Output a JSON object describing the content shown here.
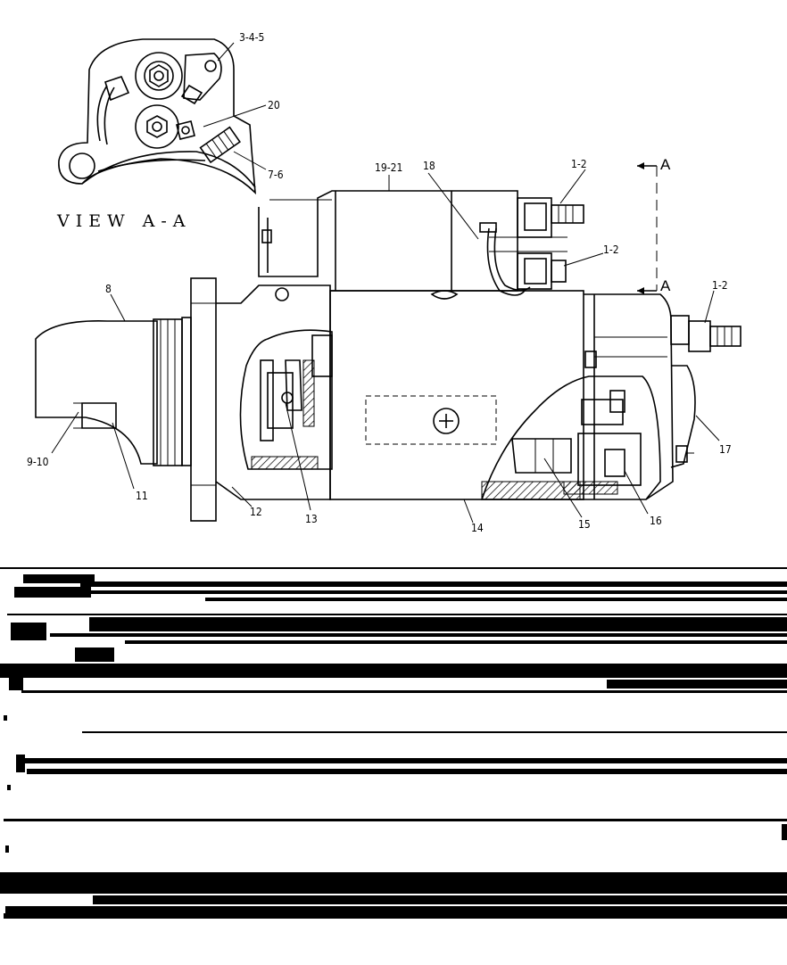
{
  "view_label": "VIEW A-A",
  "section_marks": {
    "top": "A",
    "bottom": "A"
  },
  "callouts": {
    "c3_4_5": "3-4-5",
    "c20": "20",
    "c7_6": "7-6",
    "c19_21": "19-21",
    "c18": "18",
    "c1_2_top": "1-2",
    "c1_2_mid": "1-2",
    "c1_2_right": "1-2",
    "c8": "8",
    "c9_10": "9-10",
    "c11": "11",
    "c12": "12",
    "c13": "13",
    "c14": "14",
    "c15": "15",
    "c16": "16",
    "c17": "17"
  },
  "colors": {
    "ink": "#000000",
    "paper": "#ffffff"
  }
}
